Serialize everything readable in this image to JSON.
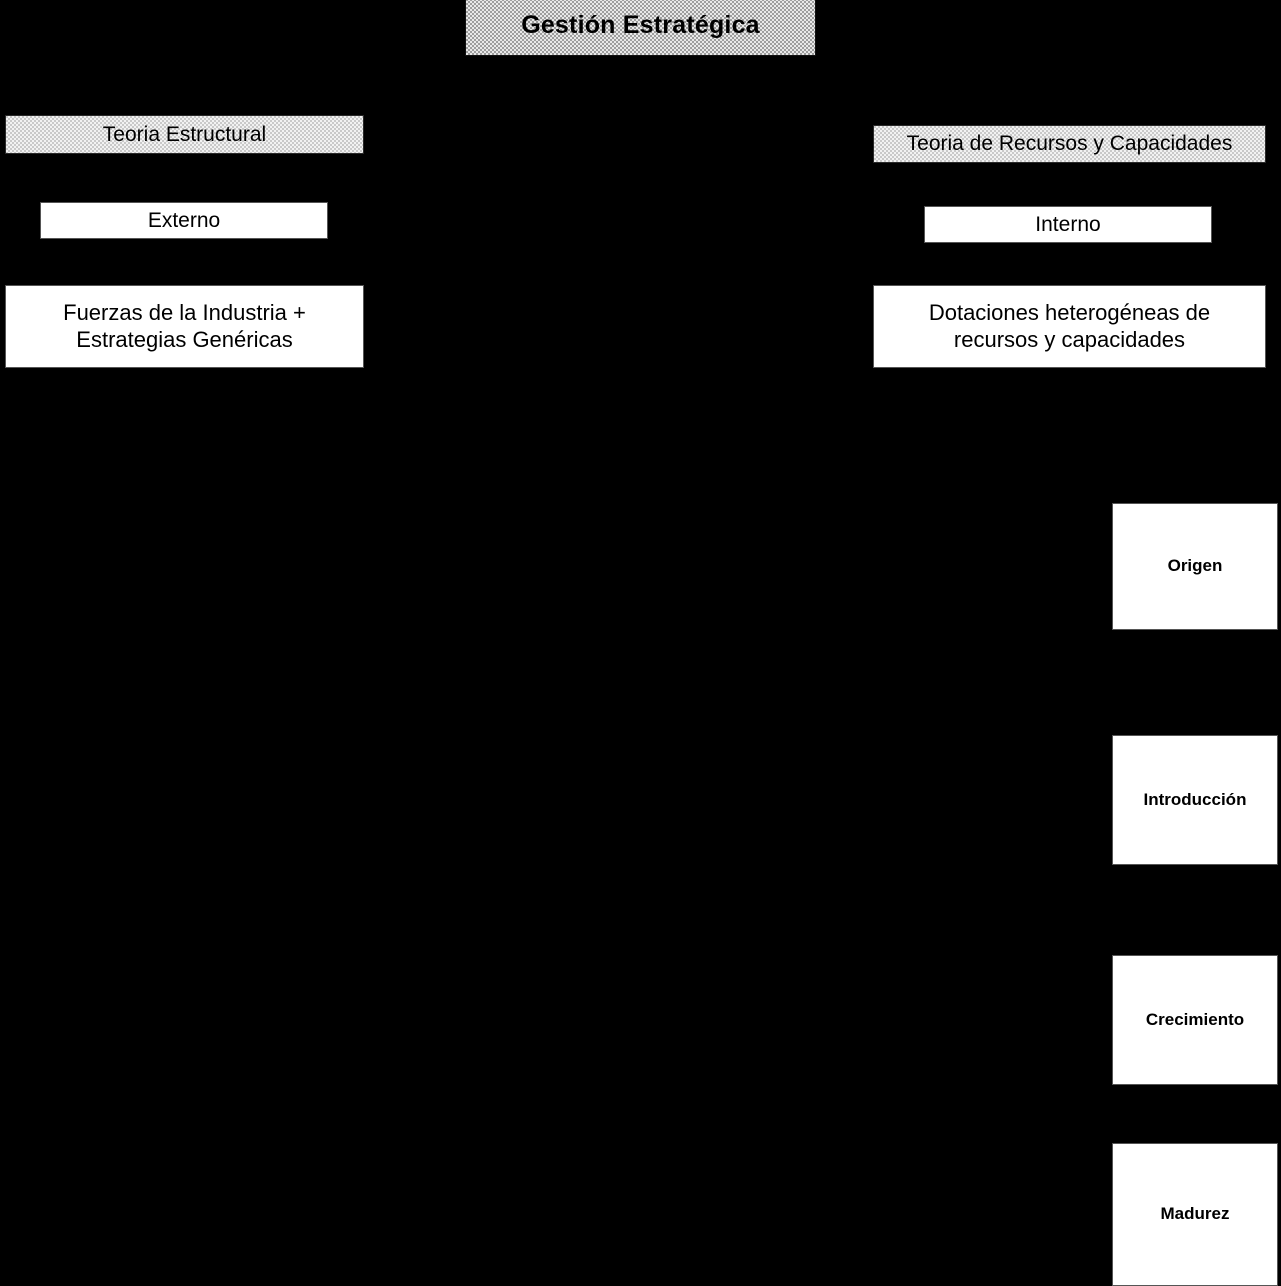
{
  "diagram": {
    "title": "Gestión Estratégica",
    "background_color": "#000000",
    "accent_fill_dark": "#9d9d9d",
    "accent_fill_light": "#c9c9c9",
    "box_fill_white": "#ffffff",
    "text_color": "#000000"
  },
  "columns": {
    "left": {
      "theory_label": "Teoria Estructural",
      "scope_label": "Externo",
      "content_line1": "Fuerzas de la Industria +",
      "content_line2": "Estrategias Genéricas"
    },
    "right": {
      "theory_label": "Teoria de Recursos y Capacidades",
      "scope_label": "Interno",
      "content_line1": "Dotaciones heterogéneas de",
      "content_line2": "recursos y capacidades"
    }
  },
  "stages": [
    {
      "label": "Origen"
    },
    {
      "label": "Introducción"
    },
    {
      "label": "Crecimiento"
    },
    {
      "label": "Madurez"
    }
  ]
}
